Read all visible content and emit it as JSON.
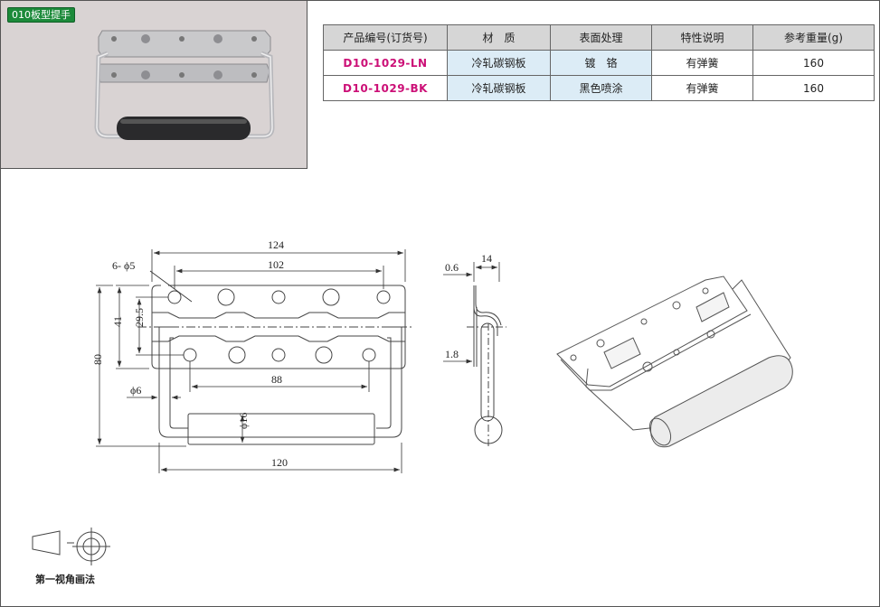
{
  "badge": "010板型提手",
  "table": {
    "headers": [
      "产品编号(订货号)",
      "材　质",
      "表面处理",
      "特性说明",
      "参考重量(g)"
    ],
    "rows": [
      {
        "code": "D10-1029-LN",
        "material": "冷轧碳钢板",
        "surface": "镀　铬",
        "feature": "有弹簧",
        "weight": "160"
      },
      {
        "code": "D10-1029-BK",
        "material": "冷轧碳钢板",
        "surface": "黑色喷涂",
        "feature": "有弹簧",
        "weight": "160"
      }
    ]
  },
  "dimensions": {
    "overall_width": "124",
    "hole_span": "102",
    "holes": "6- ϕ5",
    "height_41": "41",
    "height_29_5": "29.5",
    "height_80": "80",
    "inner_88": "88",
    "rod_dia": "ϕ6",
    "grip_dia": "ϕ16",
    "bottom_120": "120",
    "side_thickness": "0.6",
    "side_depth": "14",
    "side_1_8": "1.8"
  },
  "projection_label": "第一视角画法"
}
